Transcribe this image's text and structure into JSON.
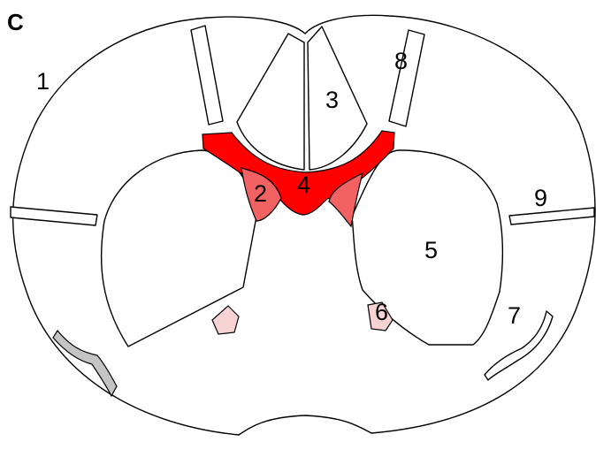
{
  "figure": {
    "panel_letter": "C",
    "labels": {
      "1": "1",
      "2": "2",
      "3": "3",
      "4": "4",
      "5": "5",
      "6": "6",
      "7": "7",
      "8": "8",
      "9": "9"
    },
    "colors": {
      "outline": "#000000",
      "background": "#ffffff",
      "region_4": "#ff0000",
      "region_2": "#f26262",
      "region_6": "#f7d3d3",
      "region_7": "#c4c4c4"
    }
  }
}
